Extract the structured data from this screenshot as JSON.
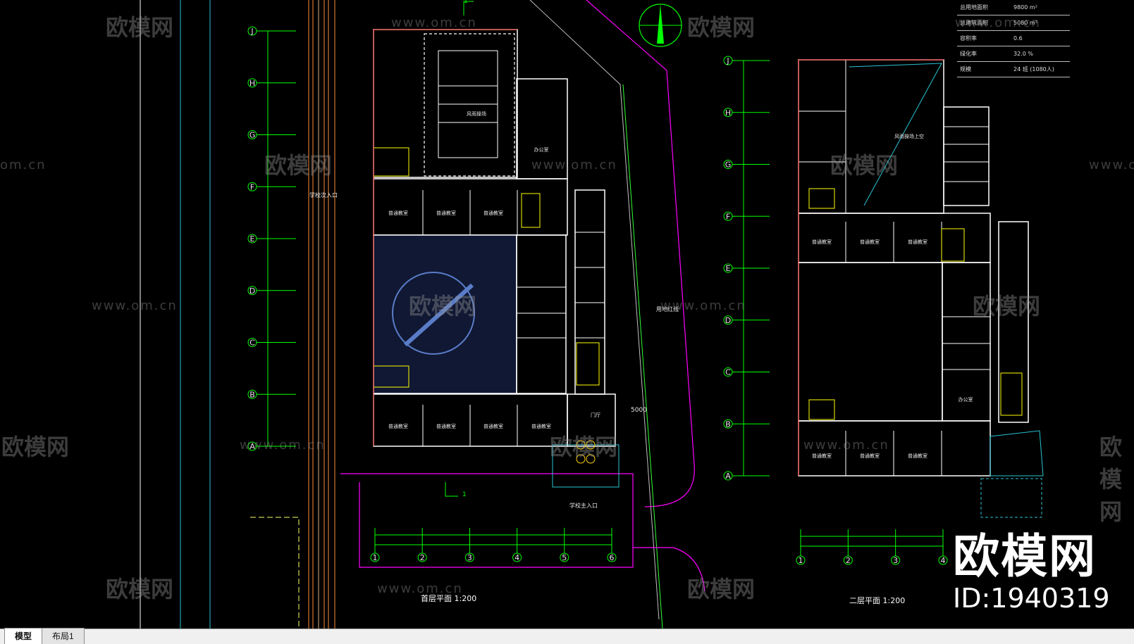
{
  "app": {
    "tabs": [
      {
        "label": "模型",
        "active": true
      },
      {
        "label": "布局1",
        "active": false
      }
    ]
  },
  "branding": {
    "logo_text": "欧模网",
    "id_text": "ID:1940319"
  },
  "watermark": {
    "text": "欧模网",
    "url": "www.om.cn",
    "url_short": "om.cn"
  },
  "info_table": [
    {
      "key": "总用地面积",
      "value": "9800 m²"
    },
    {
      "key": "总建筑面积",
      "value": "5080 m²"
    },
    {
      "key": "容积率",
      "value": "0.6"
    },
    {
      "key": "绿化率",
      "value": "32.0 %"
    },
    {
      "key": "规模",
      "value": "24 班 (1080人)"
    }
  ],
  "plan1": {
    "title": "首层平面  1:200",
    "row_axes": [
      "J",
      "H",
      "G",
      "F",
      "E",
      "D",
      "C",
      "B",
      "A"
    ],
    "col_axes": [
      "1",
      "2",
      "3",
      "4",
      "5",
      "6"
    ],
    "dimension": "5000",
    "section_label": "1",
    "labels": {
      "side_entrance": "学校次入口",
      "main_entrance": "学校主入口",
      "gym": "风雨操场",
      "classroom": "普通教室",
      "office": "办公室",
      "lobby": "门厅",
      "entrance_line": "用地红线"
    }
  },
  "plan2": {
    "title": "二层平面  1:200",
    "row_axes": [
      "J",
      "H",
      "G",
      "F",
      "E",
      "D",
      "C",
      "B",
      "A"
    ],
    "col_axes": [
      "1",
      "2",
      "3",
      "4"
    ],
    "labels": {
      "gym_upper": "风雨操场上空",
      "classroom": "普通教室",
      "office": "办公室"
    }
  },
  "colors": {
    "background": "#000000",
    "wall": "#ffffff",
    "axis": "#00ff00",
    "dim": "#00e5e5",
    "site": "#ff00ff",
    "stair": "#ffff00",
    "red": "#ff3030",
    "gate": "#ffd000"
  }
}
